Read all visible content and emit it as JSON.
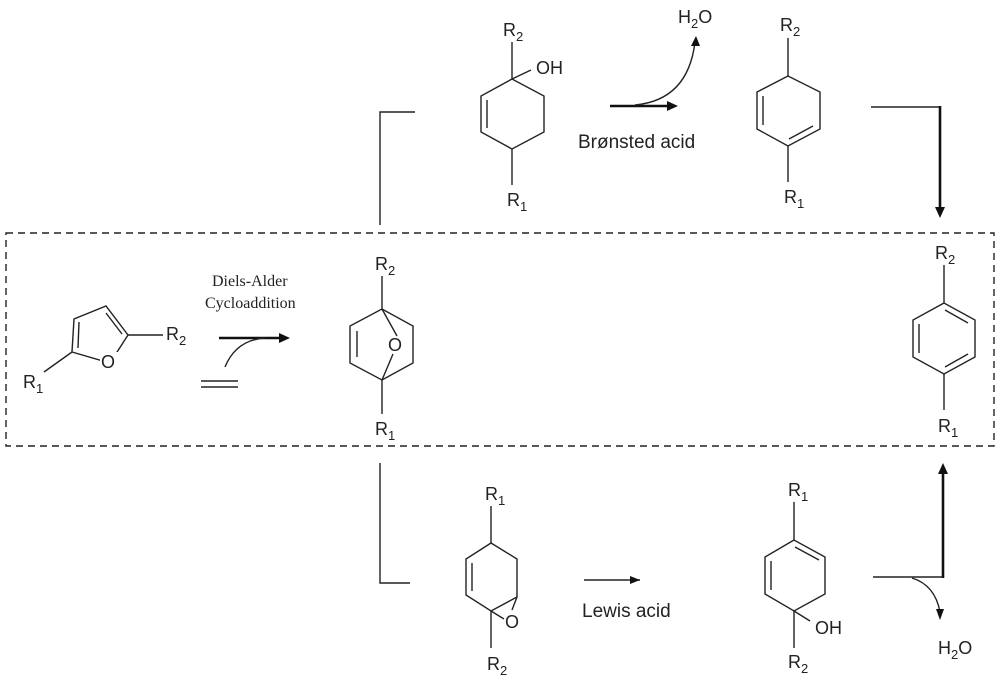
{
  "diagram": {
    "title": "Furan to aromatic conversion via Diels-Alder cycloaddition",
    "step1": {
      "label_line1": "Diels-Alder",
      "label_line2": "Cycloaddition",
      "reactant": {
        "name": "2,5-disubstituted furan",
        "substituents": [
          "R1",
          "R2"
        ],
        "heteroatom": "O"
      },
      "dienophile": {
        "name": "ethylene"
      },
      "product": {
        "name": "oxabicyclic adduct",
        "substituents": [
          "R2",
          "R1"
        ],
        "bridge": "O"
      }
    },
    "top_route": {
      "catalyst": "Brønsted acid",
      "byproduct": "H2O",
      "intermediate": {
        "name": "cyclohexenol",
        "substituents": [
          "R2",
          "R1"
        ],
        "group": "OH"
      },
      "product": {
        "name": "cyclohexadiene",
        "substituents": [
          "R2",
          "R1"
        ]
      }
    },
    "bottom_route": {
      "catalyst": "Lewis acid",
      "byproduct": "H2O",
      "intermediate": {
        "name": "epoxide",
        "substituents": [
          "R1",
          "R2"
        ],
        "group": "O"
      },
      "product": {
        "name": "cyclohexadienol",
        "substituents": [
          "R1",
          "R2"
        ],
        "group": "OH"
      }
    },
    "final_product": {
      "name": "para-disubstituted benzene",
      "substituents": [
        "R2",
        "R1"
      ]
    },
    "labels": {
      "R": "R",
      "one": "1",
      "two": "2",
      "O": "O",
      "OH": "OH",
      "H": "H",
      "water_O": "O"
    }
  }
}
